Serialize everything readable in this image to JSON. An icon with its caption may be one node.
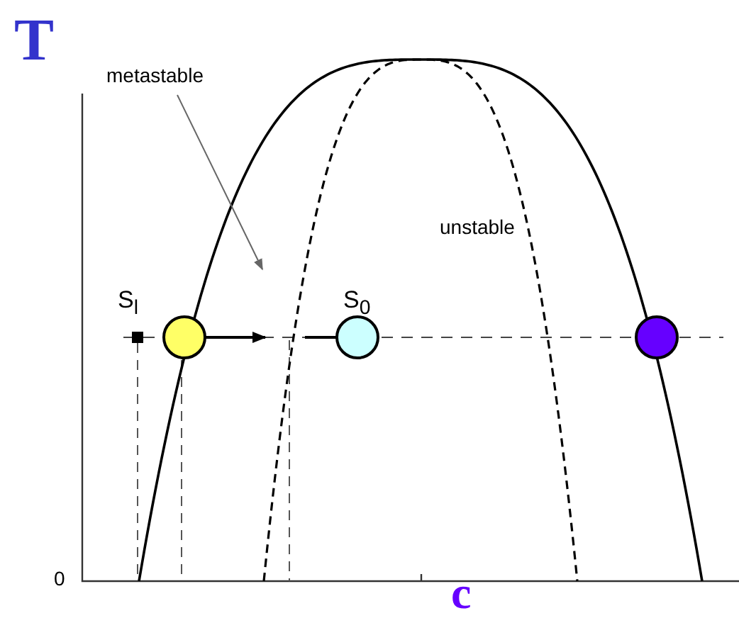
{
  "diagram": {
    "nodes": [
      {
        "text": [
          "metastable"
        ]
      },
      {
        "text": [],
        "shape": "circle"
      },
      {
        "text": [],
        "shape": "circle",
        "beside": [
          "S$_{0}$"
        ]
      },
      {
        "text": [],
        "shape": "circle"
      }
    ],
    "edges": [
      {
        "from": 0,
        "to": null,
        "arrow": "to",
        "color": "#666666"
      },
      {
        "from": 1,
        "to": null,
        "arrow": "to"
      },
      {
        "from": null,
        "to": 2,
        "arrow": "none"
      }
    ],
    "labels": [
      "T",
      "unstable",
      "S$_{l}$",
      "0",
      "c"
    ]
  }
}
